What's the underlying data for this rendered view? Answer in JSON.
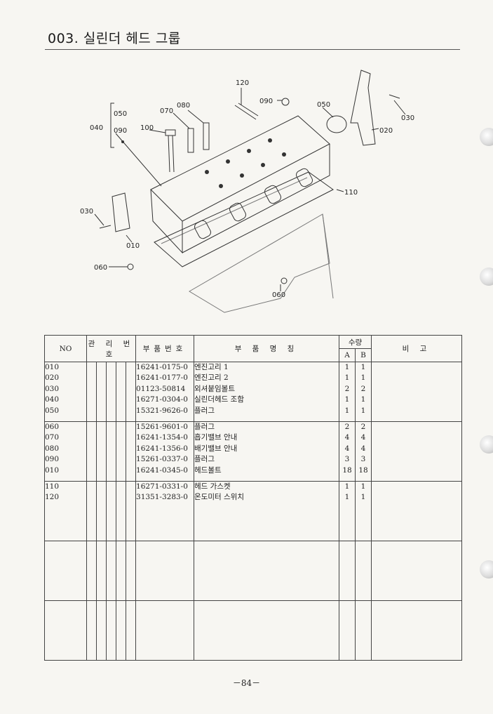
{
  "page": {
    "title": "003. 실린더 헤드 그룹",
    "page_number": "－84－"
  },
  "diagram": {
    "callouts": [
      "120",
      "090",
      "050",
      "080",
      "070",
      "040",
      "050",
      "090",
      "100",
      "030",
      "020",
      "110",
      "030",
      "010",
      "060",
      "060"
    ]
  },
  "table": {
    "headers": {
      "no": "NO",
      "mgmt": "관 리 번 호",
      "part_no": "부품번호",
      "part_name": "부 품 명 칭",
      "qty": "수량",
      "qty_a": "A",
      "qty_b": "B",
      "remarks": "비 고"
    },
    "groups": [
      {
        "no": [
          "010",
          "020",
          "030",
          "040",
          "050"
        ],
        "part_no": [
          "16241-0175-0",
          "16241-0177-0",
          "01123-50814",
          "16271-0304-0",
          "15321-9626-0"
        ],
        "name": [
          "엔진고리 1",
          "엔진고리 2",
          "외셔붙임볼트",
          "실린더헤드 조함",
          "플러그"
        ],
        "a": [
          "1",
          "1",
          "2",
          "1",
          "1"
        ],
        "b": [
          "1",
          "1",
          "2",
          "1",
          "1"
        ]
      },
      {
        "no": [
          "060",
          "070",
          "080",
          "090",
          "010"
        ],
        "part_no": [
          "15261-9601-0",
          "16241-1354-0",
          "16241-1356-0",
          "15261-0337-0",
          "16241-0345-0"
        ],
        "name": [
          "플러그",
          "흡기밸브 안내",
          "배기밸브 안내",
          "플러그",
          "헤드볼트"
        ],
        "a": [
          "2",
          "4",
          "4",
          "3",
          "18"
        ],
        "b": [
          "2",
          "4",
          "4",
          "3",
          "18"
        ]
      },
      {
        "no": [
          "110",
          "120"
        ],
        "part_no": [
          "16271-0331-0",
          "31351-3283-0"
        ],
        "name": [
          "헤드 가스켓",
          "온도미터 스위치"
        ],
        "a": [
          "1",
          "1"
        ],
        "b": [
          "1",
          "1"
        ]
      }
    ]
  }
}
